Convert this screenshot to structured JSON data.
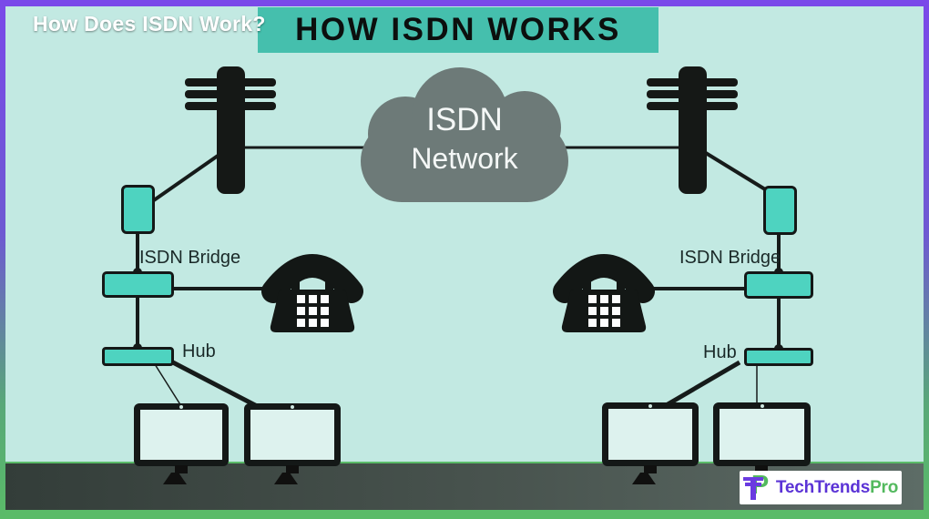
{
  "title": "HOW ISDN WORKS",
  "cloud": {
    "line1": "ISDN",
    "line2": "Network"
  },
  "labels": {
    "bridge_left": "ISDN Bridge",
    "bridge_right": "ISDN Bridge",
    "hub_left": "Hub",
    "hub_right": "Hub"
  },
  "footer": {
    "caption": "How Does ISDN Work?",
    "brand": {
      "monogram_p": "P",
      "name_primary": "TechTrends",
      "name_secondary": "Pro"
    }
  },
  "colors": {
    "background_mint": "#c2e9e2",
    "banner_teal": "#45bfad",
    "device_teal": "#4ed3c0",
    "cloud_gray": "#6d7a78",
    "border_purple": "#7a49e9",
    "border_green": "#5abb68",
    "footer_dark": "#3a453f",
    "brand_purple": "#5b33d6",
    "brand_green": "#53b95e"
  }
}
